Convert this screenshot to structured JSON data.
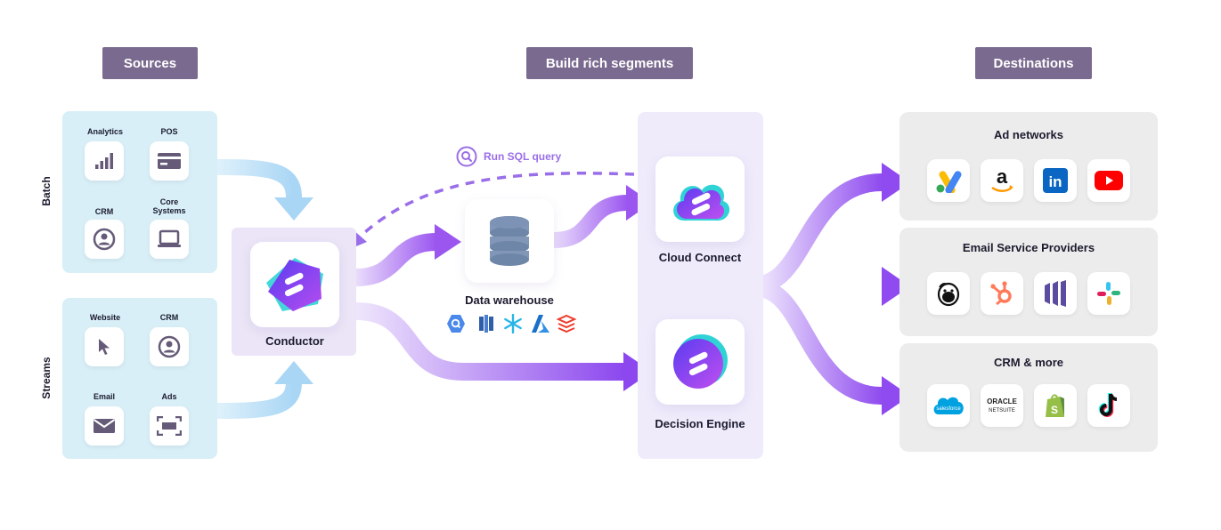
{
  "headers": {
    "sources": "Sources",
    "segments": "Build rich segments",
    "destinations": "Destinations"
  },
  "sources": {
    "batch": {
      "label": "Batch",
      "items": [
        "Analytics",
        "POS",
        "CRM",
        "Core Systems"
      ]
    },
    "streams": {
      "label": "Streams",
      "items": [
        "Website",
        "CRM",
        "Email",
        "Ads"
      ]
    }
  },
  "conductor": {
    "label": "Conductor"
  },
  "sql_query": {
    "label": "Run SQL query"
  },
  "warehouse": {
    "label": "Data warehouse",
    "logos": [
      "bigquery-icon",
      "redshift-icon",
      "snowflake-icon",
      "azure-icon",
      "databricks-icon"
    ]
  },
  "cloud_connect": {
    "label": "Cloud Connect"
  },
  "decision_engine": {
    "label": "Decision Engine"
  },
  "destinations": [
    {
      "title": "Ad networks",
      "icons": [
        "google-ads-icon",
        "amazon-icon",
        "linkedin-icon",
        "youtube-icon"
      ],
      "texts": [
        "",
        "a",
        "in",
        ""
      ]
    },
    {
      "title": "Email Service Providers",
      "icons": [
        "mailchimp-icon",
        "hubspot-icon",
        "marketo-icon",
        "slack-icon"
      ]
    },
    {
      "title": "CRM & more",
      "icons": [
        "salesforce-icon",
        "oracle-netsuite-icon",
        "shopify-icon",
        "tiktok-icon"
      ],
      "texts": [
        "salesforce",
        "ORACLE",
        "",
        ""
      ],
      "subtexts": [
        "",
        "NETSUITE",
        "",
        ""
      ]
    }
  ],
  "colors": {
    "pill": "#7a6a8f",
    "source_panel": "#d8eff7",
    "flow_blue": "#b9def5",
    "flow_purple": "#9d5cf0",
    "accent": "#7b3fe4"
  }
}
